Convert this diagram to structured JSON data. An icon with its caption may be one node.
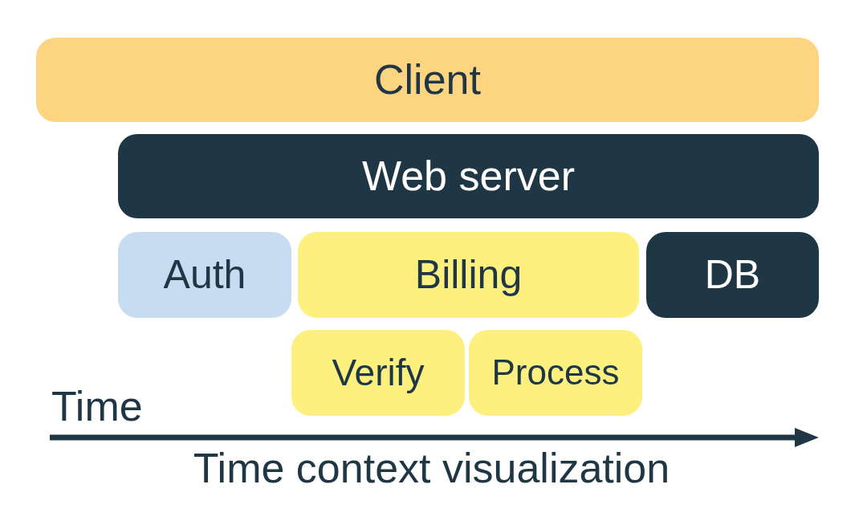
{
  "diagram": {
    "caption": "Time context visualization",
    "nodes": [
      {
        "text": [
          "Client"
        ]
      },
      {
        "text": [
          "Web server"
        ]
      },
      {
        "text": [
          "Auth"
        ]
      },
      {
        "text": [
          "Billing"
        ]
      },
      {
        "text": [
          "DB"
        ]
      },
      {
        "text": [
          "Verify"
        ]
      },
      {
        "text": [
          "Process"
        ]
      }
    ],
    "labels": [
      "Time"
    ]
  }
}
